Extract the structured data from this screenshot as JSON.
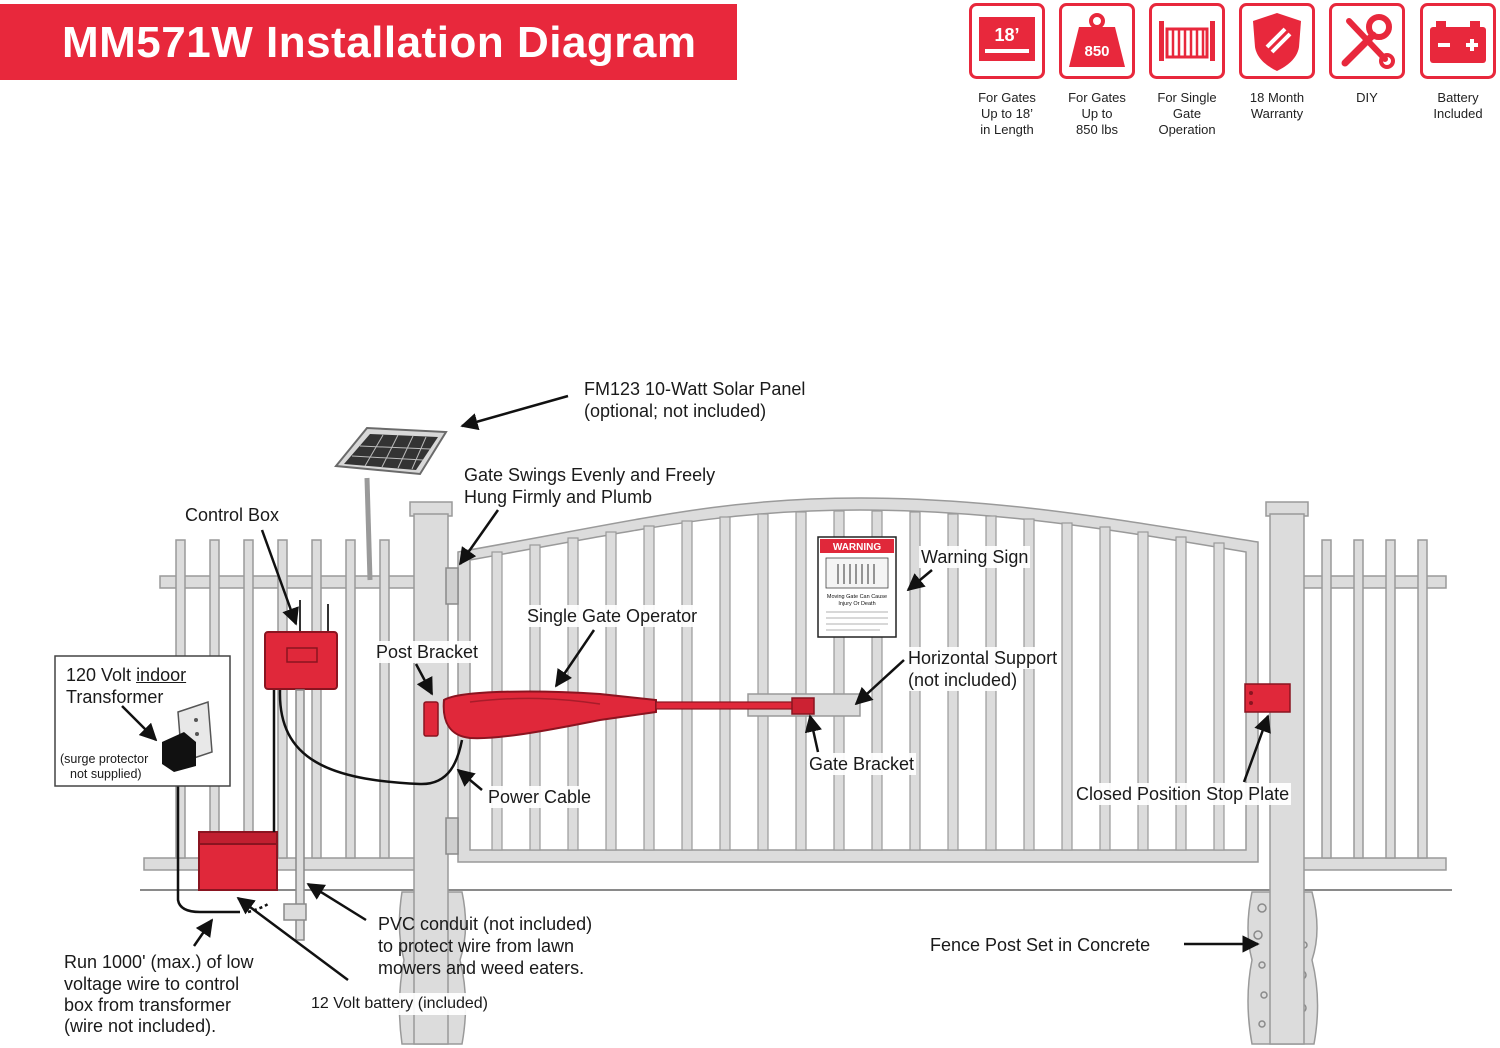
{
  "header": {
    "title": "MM571W Installation Diagram"
  },
  "badges": [
    {
      "icon": "gate-length-icon",
      "value": "18’",
      "caption": "For Gates\nUp to 18’\nin Length"
    },
    {
      "icon": "weight-icon",
      "value": "850",
      "caption": "For Gates\nUp to\n850 lbs"
    },
    {
      "icon": "single-gate-icon",
      "caption": "For Single\nGate\nOperation"
    },
    {
      "icon": "warranty-shield-icon",
      "caption": "18 Month\nWarranty"
    },
    {
      "icon": "tools-icon",
      "caption": "DIY"
    },
    {
      "icon": "battery-icon",
      "caption": "Battery\nIncluded"
    }
  ],
  "labels": {
    "solar_panel_1": "FM123 10-Watt Solar Panel",
    "solar_panel_2": "(optional; not included)",
    "gate_swing_1": "Gate Swings Evenly and Freely",
    "gate_swing_2": "Hung Firmly and Plumb",
    "control_box": "Control Box",
    "transformer_1a": "120 Volt ",
    "transformer_1b": "indoor",
    "transformer_2": "Transformer",
    "surge_1": "(surge protector",
    "surge_2": "not supplied)",
    "post_bracket": "Post Bracket",
    "operator": "Single Gate Operator",
    "warning_sign": "Warning Sign",
    "horizontal_1": "Horizontal Support",
    "horizontal_2": "(not included)",
    "gate_bracket": "Gate Bracket",
    "power_cable": "Power Cable",
    "stop_plate": "Closed Position Stop Plate",
    "pvc_1": "PVC conduit (not included)",
    "pvc_2": "to protect wire from lawn",
    "pvc_3": "mowers and weed eaters.",
    "run_1": "Run 1000' (max.) of low",
    "run_2": "voltage wire to control",
    "run_3": "box from transformer",
    "run_4": "(wire not included).",
    "battery": "12 Volt battery (included)",
    "fence_post": "Fence Post Set in Concrete"
  },
  "sign": {
    "header": "WARNING",
    "line1": "Moving Gate Can Cause",
    "line2": "Injury Or Death"
  },
  "colors": {
    "accent": "#e8283c",
    "device_red": "#e0283a",
    "fence": "#dcdcdc",
    "fence_stroke": "#9a9a9a"
  }
}
